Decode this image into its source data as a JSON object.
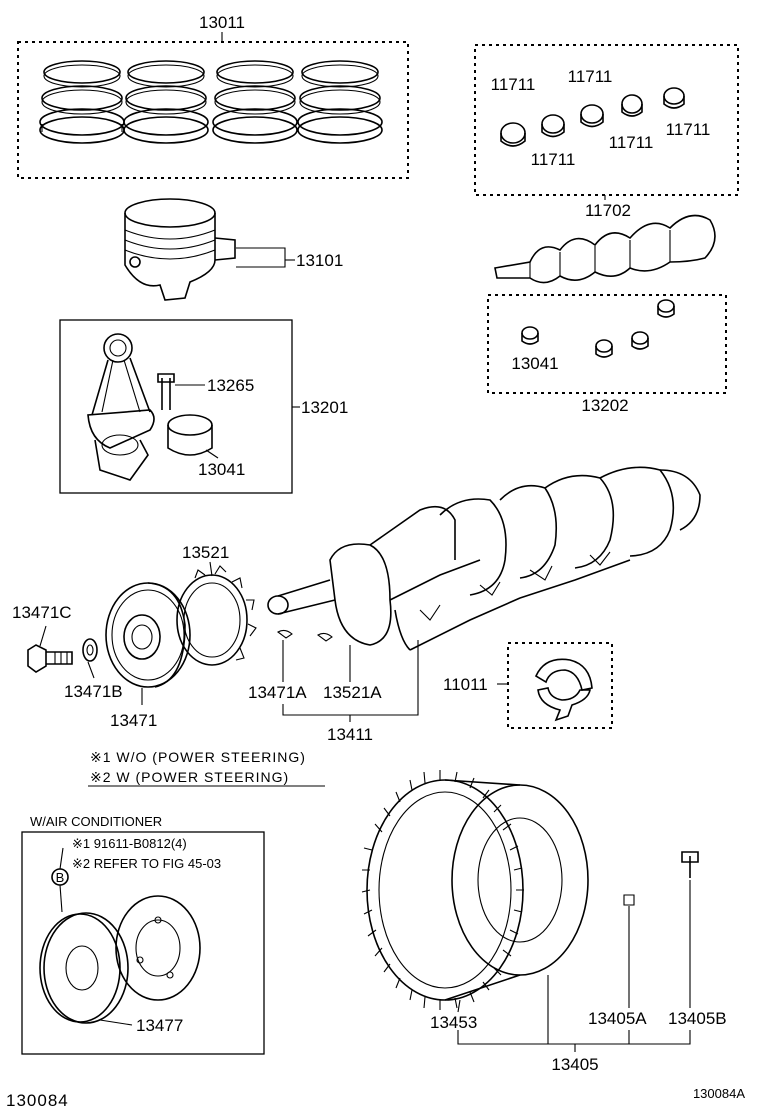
{
  "labels": {
    "piston_ring_set": "13011",
    "main_bearing_1": "11711",
    "main_bearing_2": "11711",
    "main_bearing_3": "11711",
    "main_bearing_4": "11711",
    "main_bearing_5": "11711",
    "main_bearing_set": "11702",
    "piston": "13101",
    "conrod_bolt": "13265",
    "conrod_assy": "13201",
    "conrod_bearing": "13041",
    "conrod_bearing_set_item": "13041",
    "conrod_bearing_set": "13202",
    "timing_gear": "13521",
    "pulley_bolt": "13471C",
    "pulley_washer": "13471B",
    "pulley": "13471",
    "key_a": "13471A",
    "key_b": "13521A",
    "crankshaft": "13411",
    "thrust_washer": "11011",
    "ring_gear": "13453",
    "flywheel_pin": "13405A",
    "flywheel_bolt": "13405B",
    "flywheel": "13405",
    "ac_pulley": "13477"
  },
  "notes": {
    "note1": "※1 W/O (POWER STEERING)",
    "note2": "※2 W (POWER STEERING)",
    "ac_title": "W/AIR CONDITIONER",
    "ac_ref1": "※1 91611-B0812(4)",
    "ac_ref2": "※2 REFER TO FIG  45-03",
    "ref_marker": "B"
  },
  "footer": {
    "left_code": "130084",
    "right_code": "130084A"
  }
}
